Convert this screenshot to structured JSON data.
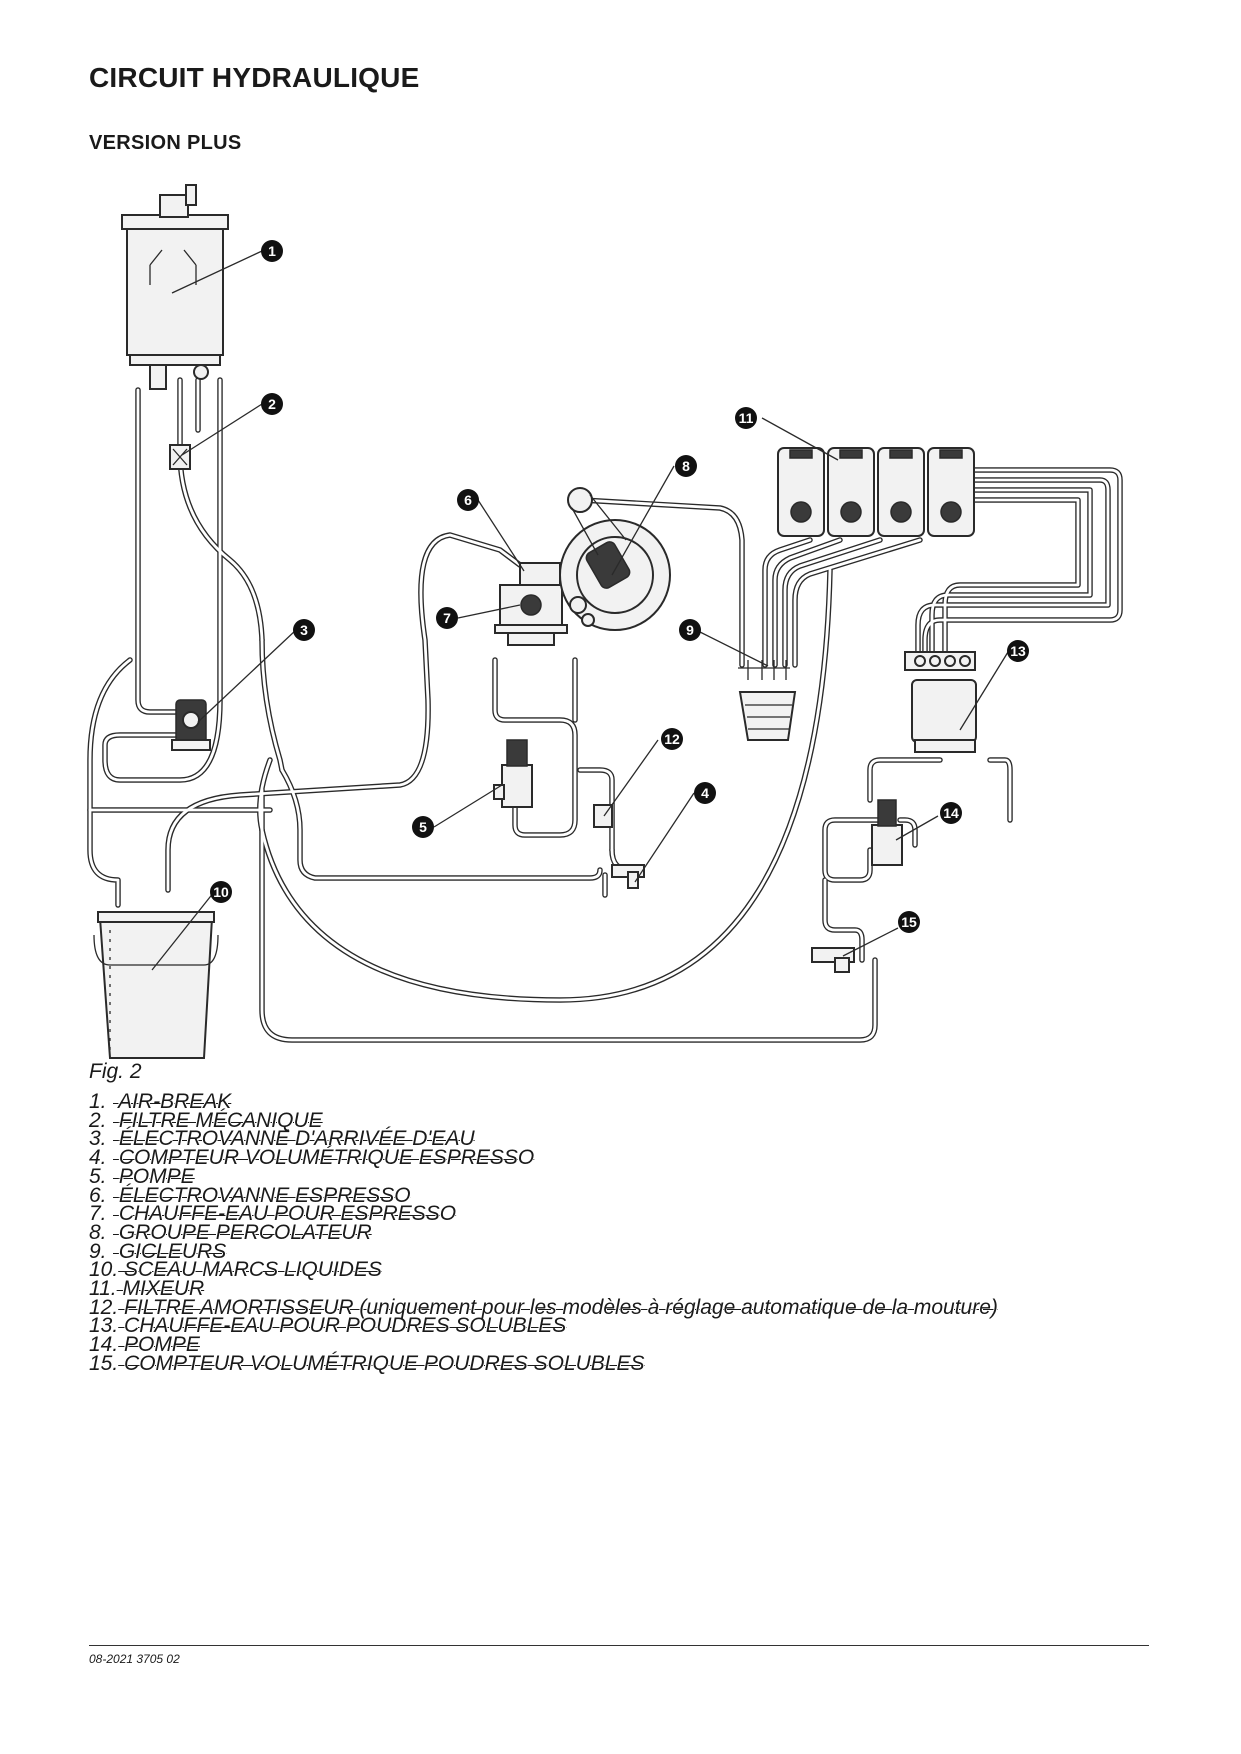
{
  "page": {
    "title": "CIRCUIT HYDRAULIQUE",
    "subtitle": "VERSION PLUS"
  },
  "figure": {
    "caption": "Fig. 2",
    "callouts": [
      "1",
      "2",
      "3",
      "4",
      "5",
      "6",
      "7",
      "8",
      "9",
      "10",
      "11",
      "12",
      "13",
      "14",
      "15"
    ]
  },
  "legend": [
    {
      "num": "1.",
      "text": "AIR-BREAK"
    },
    {
      "num": "2.",
      "text": "FILTRE MÉCANIQUE"
    },
    {
      "num": "3.",
      "text": "ÉLECTROVANNE D'ARRIVÉE D'EAU"
    },
    {
      "num": "4.",
      "text": "COMPTEUR VOLUMÉTRIQUE ESPRESSO"
    },
    {
      "num": "5.",
      "text": "POMPE"
    },
    {
      "num": "6.",
      "text": "ÉLECTROVANNE ESPRESSO"
    },
    {
      "num": "7.",
      "text": "CHAUFFE-EAU POUR ESPRESSO"
    },
    {
      "num": "8.",
      "text": "GROUPE PERCOLATEUR"
    },
    {
      "num": "9.",
      "text": "GICLEURS"
    },
    {
      "num": "10.",
      "text": "SCEAU MARCS LIQUIDES"
    },
    {
      "num": "11.",
      "text": "MIXEUR"
    },
    {
      "num": "12.",
      "text": "FILTRE AMORTISSEUR (uniquement pour les modèles à réglage automatique de la mouture)"
    },
    {
      "num": "13.",
      "text": "CHAUFFE-EAU POUR POUDRES SOLUBLES"
    },
    {
      "num": "14.",
      "text": "POMPE"
    },
    {
      "num": "15.",
      "text": "COMPTEUR VOLUMÉTRIQUE POUDRES SOLUBLES"
    }
  ],
  "footer": {
    "doc_code": "08-2021 3705 02"
  }
}
